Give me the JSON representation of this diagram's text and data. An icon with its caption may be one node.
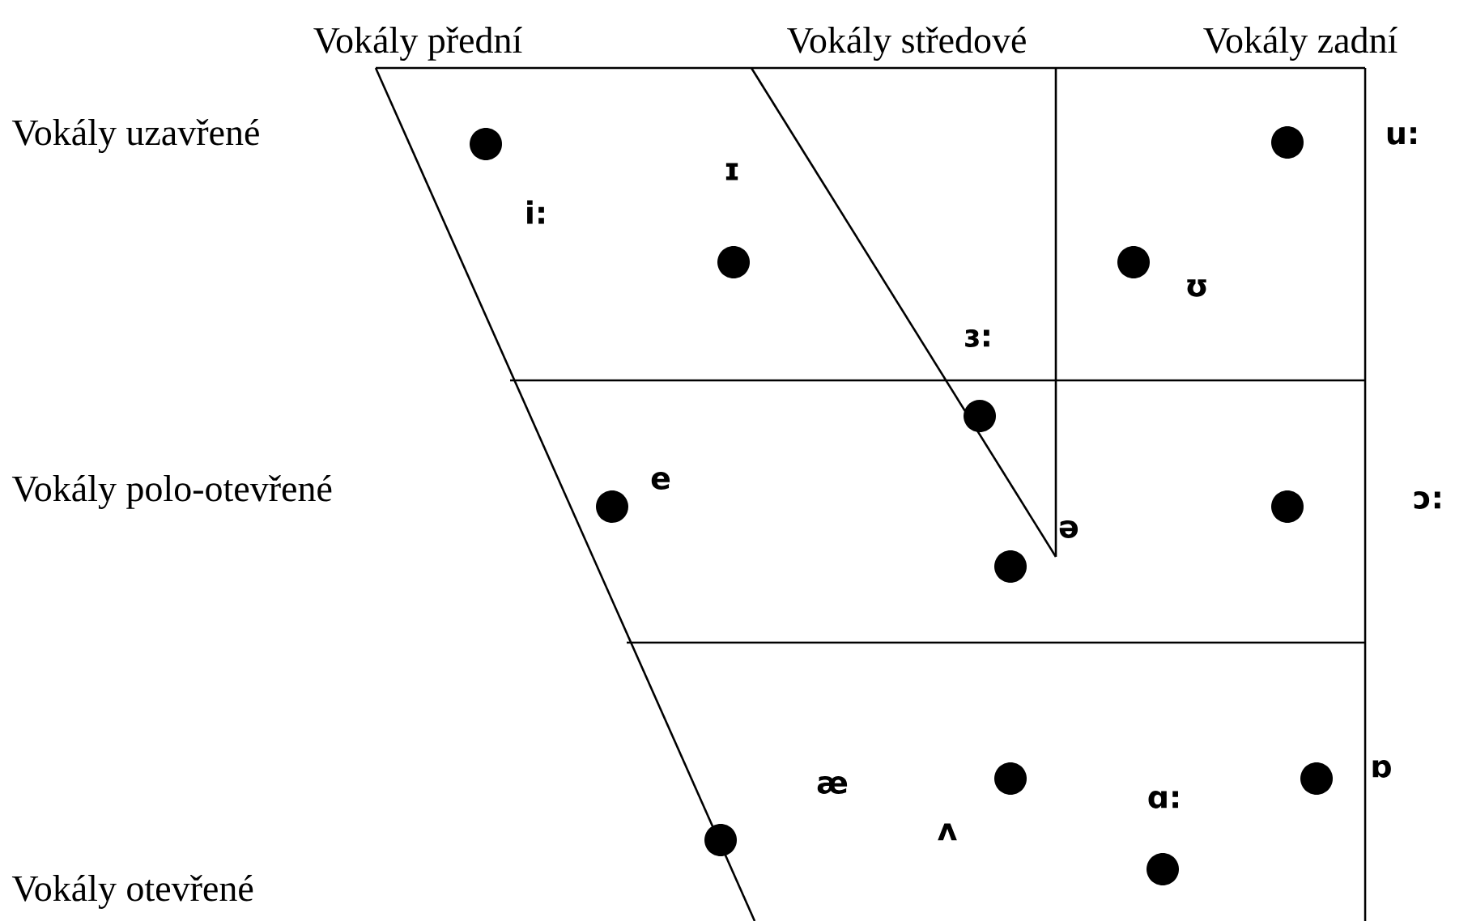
{
  "diagram": {
    "labels": [
      "Vokály přední",
      "Vokály středové",
      "Vokály zadní",
      "Vokály uzavřené",
      "u:",
      "ɪ",
      "i:",
      "ʊ",
      "ɜ:",
      "Vokály polo-otevřené",
      "e",
      "ɔ:",
      "ə",
      "ɒ",
      "æ",
      "ɑ:",
      "ʌ",
      "Vokály otevřené"
    ]
  }
}
